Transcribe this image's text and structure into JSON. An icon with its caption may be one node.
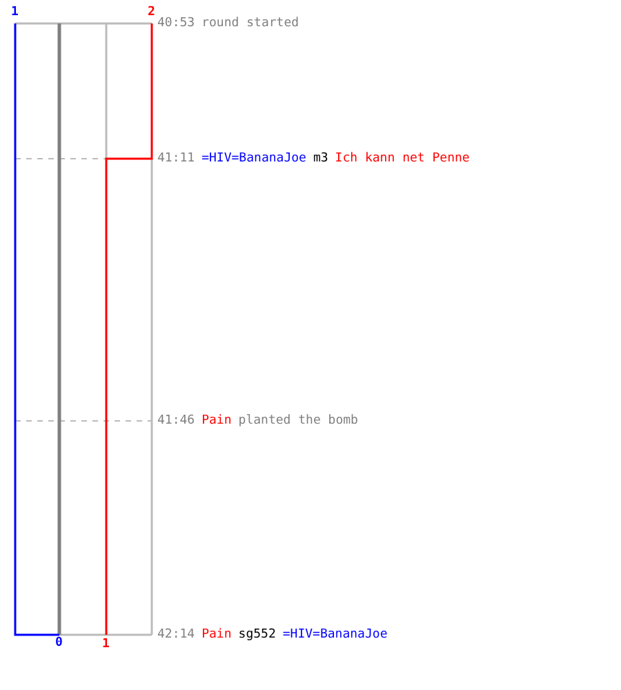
{
  "diagram": {
    "labels": [
      "1",
      "2",
      "40:53",
      "round started",
      "41:11",
      "=HIV=BananaJoe",
      "m3",
      "Ich kann net Penne",
      "41:46",
      "Pain",
      "planted the bomb",
      "42:14",
      "Pain",
      "sg552",
      "=HIV=BananaJoe",
      "0",
      "1"
    ]
  }
}
